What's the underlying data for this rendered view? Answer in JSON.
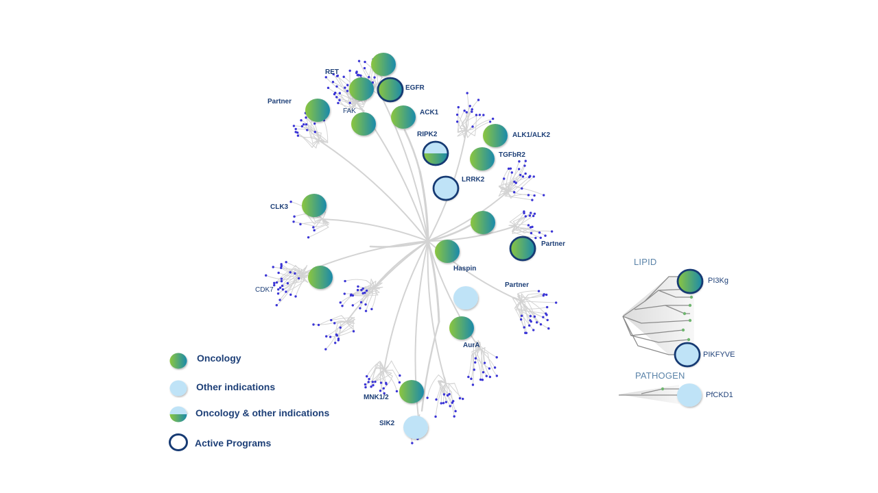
{
  "colors": {
    "branch": "#d3d3d3",
    "leaf_dot": "#3a34d6",
    "gradient_start": "#8cc63f",
    "gradient_end": "#1b8aaa",
    "light_blue": "#bfe3f7",
    "active_ring": "#163a73",
    "label": "#1d3f77"
  },
  "kinome_labels": {
    "ret": "RET",
    "egfr": "EGFR",
    "partner_1": "Partner",
    "fak": "FAK",
    "ack1": "ACK1",
    "ripk2": "RIPK2",
    "alk": "ALK1/ALK2",
    "tgfbr2": "TGFbR2",
    "lrrk2": "LRRK2",
    "clk3": "CLK3",
    "partner_2": "Partner",
    "haspin": "Haspin",
    "cdk7": "CDK7",
    "partner_3": "Partner",
    "aura": "AurA",
    "mnk": "MNK1/2",
    "sik2": "SIK2"
  },
  "side_tree": {
    "lipid_label": "LIPID",
    "pathogen_label": "PATHOGEN",
    "pi3kg": "PI3Kg",
    "pikfyve": "PIKFYVE",
    "pfckd1": "PfCKD1"
  },
  "legend": {
    "oncology": "Oncology",
    "other": "Other indications",
    "both": "Oncology & other indications",
    "active": "Active Programs"
  },
  "targets": [
    {
      "id": "untitled-top",
      "type": "oncology",
      "active": false
    },
    {
      "id": "ret",
      "type": "oncology",
      "active": false
    },
    {
      "id": "egfr",
      "type": "oncology",
      "active": true
    },
    {
      "id": "partner-1",
      "type": "oncology",
      "active": false
    },
    {
      "id": "fak",
      "type": "oncology",
      "active": false
    },
    {
      "id": "ack1",
      "type": "oncology",
      "active": false
    },
    {
      "id": "ripk2",
      "type": "both",
      "active": true
    },
    {
      "id": "alk",
      "type": "oncology",
      "active": false
    },
    {
      "id": "tgfbr2",
      "type": "oncology",
      "active": false
    },
    {
      "id": "lrrk2",
      "type": "other",
      "active": true
    },
    {
      "id": "clk3",
      "type": "oncology",
      "active": false
    },
    {
      "id": "unlabeled-mid",
      "type": "oncology",
      "active": false
    },
    {
      "id": "partner-2",
      "type": "oncology",
      "active": true
    },
    {
      "id": "haspin",
      "type": "oncology",
      "active": false
    },
    {
      "id": "cdk7",
      "type": "oncology",
      "active": false
    },
    {
      "id": "partner-3",
      "type": "other",
      "active": false
    },
    {
      "id": "aura",
      "type": "oncology",
      "active": false
    },
    {
      "id": "mnk",
      "type": "oncology",
      "active": false
    },
    {
      "id": "sik2",
      "type": "other",
      "active": false
    },
    {
      "id": "pi3kg",
      "type": "oncology",
      "active": true
    },
    {
      "id": "pikfyve",
      "type": "other",
      "active": true
    },
    {
      "id": "pfckd1",
      "type": "other",
      "active": false
    }
  ]
}
